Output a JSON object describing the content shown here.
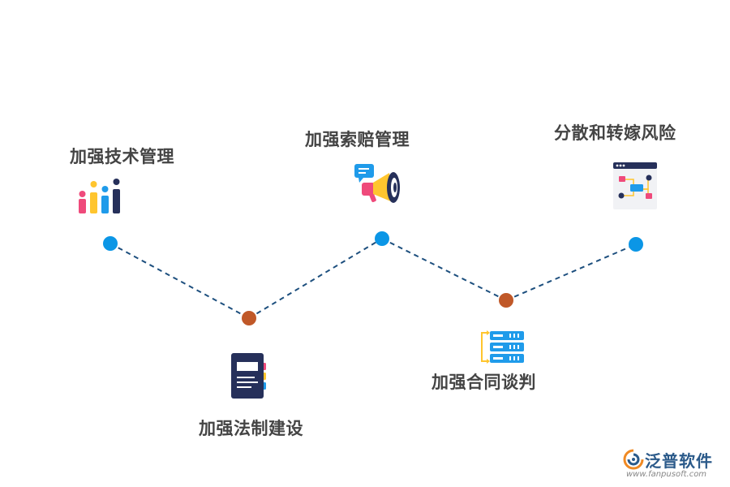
{
  "nodes": [
    {
      "id": "tech",
      "label": "加强技术管理",
      "icon": "bar-people-icon",
      "dot_color": "#0b96e6"
    },
    {
      "id": "legal",
      "label": "加强法制建设",
      "icon": "document-icon",
      "dot_color": "#c05828"
    },
    {
      "id": "claim",
      "label": "加强索赔管理",
      "icon": "megaphone-icon",
      "dot_color": "#0b96e6"
    },
    {
      "id": "contract",
      "label": "加强合同谈判",
      "icon": "server-stack-icon",
      "dot_color": "#c05828"
    },
    {
      "id": "risk",
      "label": "分散和转嫁风险",
      "icon": "flowchart-icon",
      "dot_color": "#0b96e6"
    }
  ],
  "connector": {
    "style": "dashed",
    "color": "#1d4f7e"
  },
  "brand": {
    "name": "泛普软件",
    "url": "www.fanpusoft.com",
    "logo_icon": "fanpu-logo-icon"
  }
}
